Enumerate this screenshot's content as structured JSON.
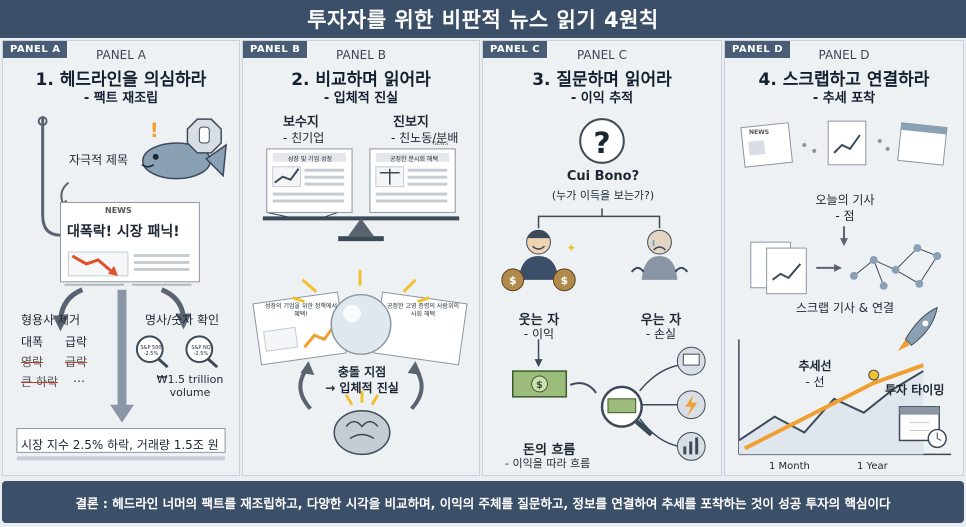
{
  "title": "투자자를 위한 비판적 뉴스 읽기 4원칙",
  "panels": {
    "a": {
      "tag": "PANEL A",
      "subtitle": "PANEL A",
      "title": "1. 헤드라인을 의심하라",
      "subtitle2": "- 팩트 재조립",
      "stimulus": "자극적 제목",
      "news_label": "NEWS",
      "headline": "대폭락! 시장 패닉!",
      "remove_adj": "형용사 제거",
      "word1": "대폭",
      "word2": "급락",
      "struck1": "영락",
      "struck2": "급락",
      "struck3": "큰 하락",
      "ellipsis": "…",
      "check_numbers": "명사/숫자 확인",
      "lens1": "S&P 500 -2.5%",
      "lens2": "S&P NQ -2.5%",
      "volume": "₩1.5 trillion volume",
      "fact": "시장 지수 2.5% 하락, 거래량 1.5조 원"
    },
    "b": {
      "tag": "PANEL B",
      "subtitle": "PANEL B",
      "title": "2. 비교하며 읽어라",
      "subtitle2": "- 입체적 진실",
      "conservative": "보수지",
      "conservative_sub": "- 친기업",
      "progressive": "진보지",
      "progressive_sub": "- 친노동/분배",
      "paper1_head": "성장 및 기업 성장",
      "paper2_head": "공정한 분시회 해택",
      "paper2_news": "NEWS",
      "paper3_head": "성장의 기업을 위한 정책에서 혜택!",
      "paper4_head": "공정한 고영 증령의 사람위의 사회 해택",
      "collision": "충돌 지점",
      "truth": "→ 입체적 진실"
    },
    "c": {
      "tag": "PANEL C",
      "subtitle": "PANEL C",
      "title": "3. 질문하며 읽어라",
      "subtitle2": "- 이익 추적",
      "question": "Cui Bono?",
      "question_ko": "(누가 이득을 보는가?)",
      "winner": "웃는 자",
      "winner_sub": "- 이익",
      "loser": "우는 자",
      "loser_sub": "- 손실",
      "money_flow": "돈의 흐름",
      "money_flow_sub": "- 이익을 따라 흐름"
    },
    "d": {
      "tag": "PANEL D",
      "subtitle": "PANEL D",
      "title": "4. 스크랩하고 연결하라",
      "subtitle2": "- 추세 포착",
      "news_label": "NEWS",
      "today": "오늘의 기사",
      "today_sub": "- 점",
      "scrap": "스크랩 기사 & 연결",
      "trend": "추세선",
      "trend_sub": "- 선",
      "timing": "투자 타이밍",
      "x1": "1 Month",
      "x2": "1 Year"
    }
  },
  "footer": "결론 : 헤드라인 너머의 팩트를 재조립하고, 다양한 시각을 비교하며, 이익의 주체를 질문하고, 정보를 연결하여 추세를 포착하는 것이 성공 투자의 핵심이다",
  "colors": {
    "header_bg": "#3b4f68",
    "accent_orange": "#f0a030",
    "money_green": "#5a8a4a",
    "red_arrow": "#e0502a"
  }
}
